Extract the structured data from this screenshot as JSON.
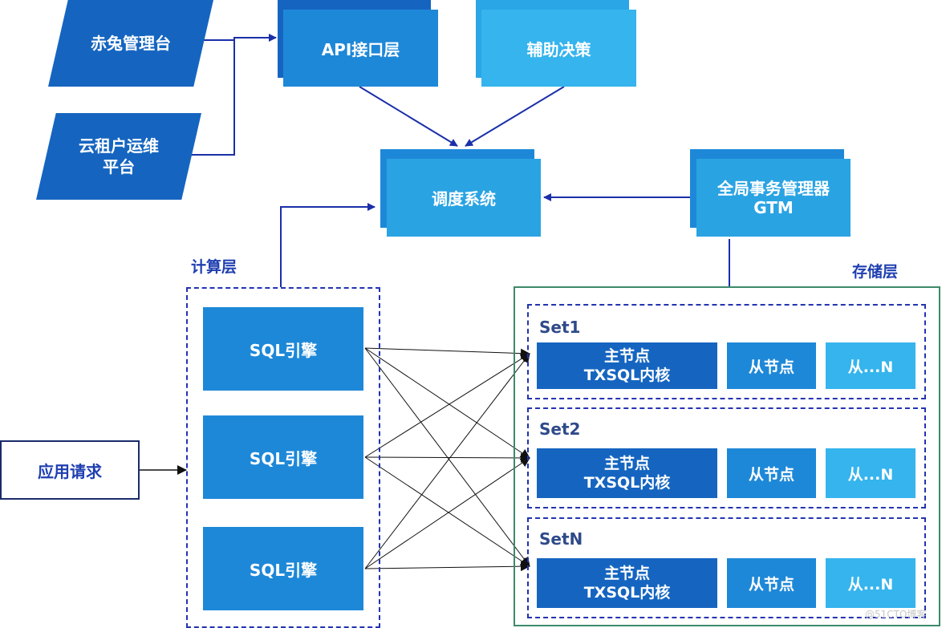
{
  "top": {
    "chitu": "赤兔管理台",
    "cloud_ops_line1": "云租户运维",
    "cloud_ops_line2": "平台",
    "api_layer": "API接口层",
    "assist_decision": "辅助决策",
    "scheduler": "调度系统",
    "gtm_line1": "全局事务管理器",
    "gtm_line2": "GTM"
  },
  "compute": {
    "label": "计算层",
    "engines": [
      "SQL引擎",
      "SQL引擎",
      "SQL引擎"
    ]
  },
  "app_request": "应用请求",
  "storage": {
    "label": "存储层",
    "sets": [
      {
        "name": "Set1",
        "primary_line1": "主节点",
        "primary_line2": "TXSQL内核",
        "replica": "从节点",
        "replica_n": "从...N"
      },
      {
        "name": "Set2",
        "primary_line1": "主节点",
        "primary_line2": "TXSQL内核",
        "replica": "从节点",
        "replica_n": "从...N"
      },
      {
        "name": "SetN",
        "primary_line1": "主节点",
        "primary_line2": "TXSQL内核",
        "replica": "从节点",
        "replica_n": "从...N"
      }
    ]
  },
  "watermark": "@51CTO博客",
  "colors": {
    "dark_blue": "#1565c0",
    "mid_blue": "#1e88d8",
    "light_blue": "#35b4ee",
    "arrow_blue": "#1a2fa8",
    "label_blue": "#1f3fb0",
    "storage_border": "#3d8a6b"
  }
}
